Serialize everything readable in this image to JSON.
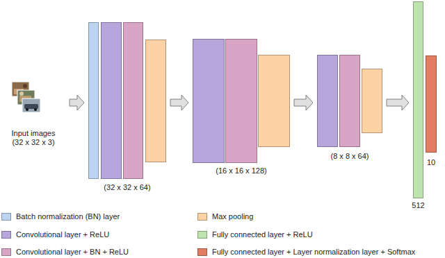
{
  "diagram": {
    "nodes": [
      {
        "text": [
          "Input images (32 x 32 x 3)"
        ]
      },
      {
        "text": [
          "(32 x 32 x 64)"
        ]
      },
      {
        "text": [
          "(16 x 16 x 128)"
        ]
      },
      {
        "text": [
          "(8 x 8 x 64)"
        ]
      },
      {
        "text": [
          "512"
        ]
      },
      {
        "text": [
          "10"
        ]
      }
    ],
    "edges": [
      {
        "from": 0,
        "to": 1,
        "arrow": "to"
      },
      {
        "from": 1,
        "to": 2,
        "arrow": "to"
      },
      {
        "from": 2,
        "to": 3,
        "arrow": "to"
      },
      {
        "from": 3,
        "to": 4,
        "arrow": "to"
      }
    ],
    "legend": [
      {
        "text": "Batch normalization (BN) layer",
        "color": "#bcd4f2"
      },
      {
        "text": "Max pooling",
        "color": "#fdd2a5"
      },
      {
        "text": "Convolutional layer + ReLU",
        "color": "#b6a6db"
      },
      {
        "text": "Fully connected layer + ReLU",
        "color": "#bee3ae"
      },
      {
        "text": "Convolutional layer + BN + ReLU",
        "color": "#d9a5c6"
      },
      {
        "text": "Fully connected layer + Layer normalization layer + Softmax",
        "color": "#e27c63"
      }
    ]
  }
}
